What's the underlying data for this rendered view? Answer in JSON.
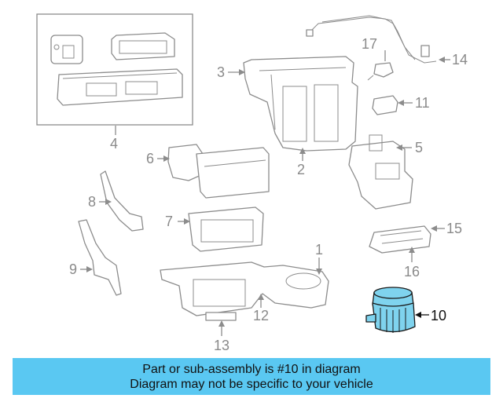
{
  "callouts": {
    "c1": "1",
    "c2": "2",
    "c3": "3",
    "c4": "4",
    "c5": "5",
    "c6": "6",
    "c7": "7",
    "c8": "8",
    "c9": "9",
    "c10": "10",
    "c11": "11",
    "c12": "12",
    "c13": "13",
    "c14": "14",
    "c15": "15",
    "c16": "16",
    "c17": "17"
  },
  "highlight_part": "10",
  "colors": {
    "highlight_fill": "#7fd3ee",
    "banner_bg": "#5ac8f2",
    "line_gray": "#8c8c8c"
  },
  "banner": {
    "line1": "Part or sub-assembly is #10 in diagram",
    "line2": "Diagram may not be specific to your vehicle"
  }
}
